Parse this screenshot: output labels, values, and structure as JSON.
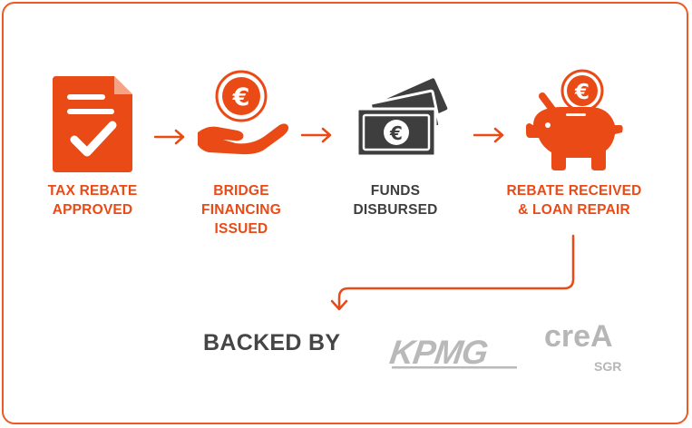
{
  "steps": [
    {
      "id": "tax-rebate",
      "lines": [
        "TAX REBATE",
        "APPROVED"
      ],
      "icon": "document-check-icon",
      "color": "#ea4a16"
    },
    {
      "id": "bridge-financing",
      "lines": [
        "BRIDGE",
        "FINANCING",
        "ISSUED"
      ],
      "icon": "hand-euro-coin-icon",
      "color": "#ea4a16"
    },
    {
      "id": "funds-disbursed",
      "lines": [
        "FUNDS",
        "DISBURSED"
      ],
      "icon": "euro-banknotes-icon",
      "color": "#3e3e3e"
    },
    {
      "id": "rebate-received",
      "lines": [
        "REBATE RECEIVED",
        "& LOAN REPAIR"
      ],
      "icon": "piggy-bank-euro-icon",
      "color": "#ea4a16"
    }
  ],
  "currency_symbol": "€",
  "backers": {
    "heading": "BACKED BY",
    "logos": [
      {
        "name": "kpmg",
        "text": "KPMG"
      },
      {
        "name": "crea",
        "text": "creA",
        "subtext": "SGR"
      }
    ]
  },
  "colors": {
    "accent": "#ea4a16",
    "dark": "#3e3e3e",
    "logo_grey": "#b6b6b6",
    "border": "#ea5a24"
  }
}
